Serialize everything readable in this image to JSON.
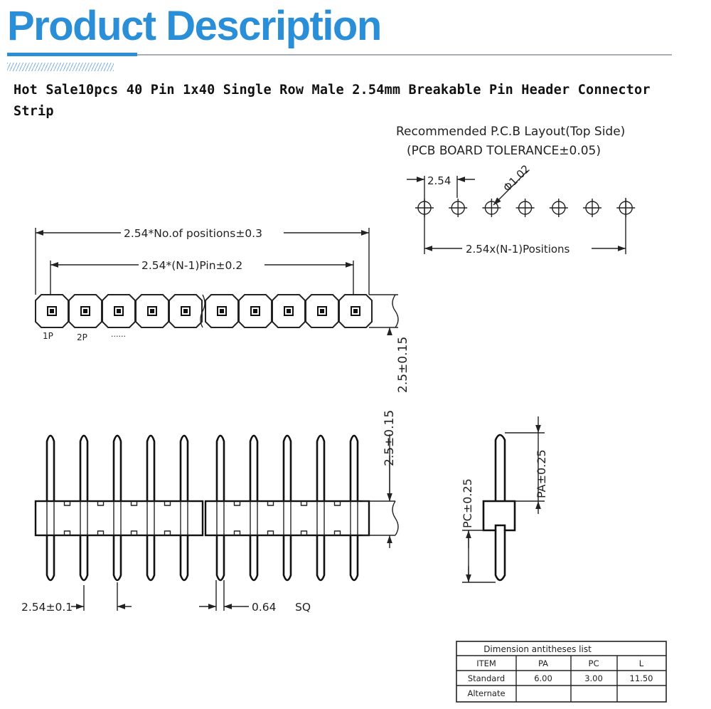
{
  "header": {
    "title": "Product Description",
    "accent_color": "#2b8fd7",
    "title_color": "#2b8fd7"
  },
  "description": "Hot Sale10pcs 40 Pin 1x40 Single Row Male 2.54mm Breakable Pin Header Connector Strip",
  "pcb_layout": {
    "title": "Recommended P.C.B Layout(Top Side)",
    "tolerance": "(PCB BOARD TOLERANCE±0.05)",
    "pitch_label": "2.54",
    "hole_label": "Φ1.02",
    "span_label": "2.54x(N-1)Positions"
  },
  "top_view": {
    "overall_label": "2.54*No.of positions±0.3",
    "pin_span_label": "2.54*(N-1)Pin±0.2",
    "pin1_label": "1P",
    "pin2_label": "2P",
    "ellipsis": "......",
    "height_label": "2.5±0.15"
  },
  "front_view": {
    "pin_height_label": "2.5±0.15",
    "pitch_label": "2.54±0.1",
    "pin_size_label": "0.64",
    "pin_size_suffix": "SQ"
  },
  "side_view": {
    "pa_label": "PA±0.25",
    "pc_label": "PC±0.25"
  },
  "dimension_table": {
    "title": "Dimension antitheses list",
    "headers": [
      "ITEM",
      "PA",
      "PC",
      "L"
    ],
    "rows": [
      [
        "Standard",
        "6.00",
        "3.00",
        "11.50"
      ],
      [
        "Alternate",
        "",
        "",
        ""
      ]
    ]
  }
}
